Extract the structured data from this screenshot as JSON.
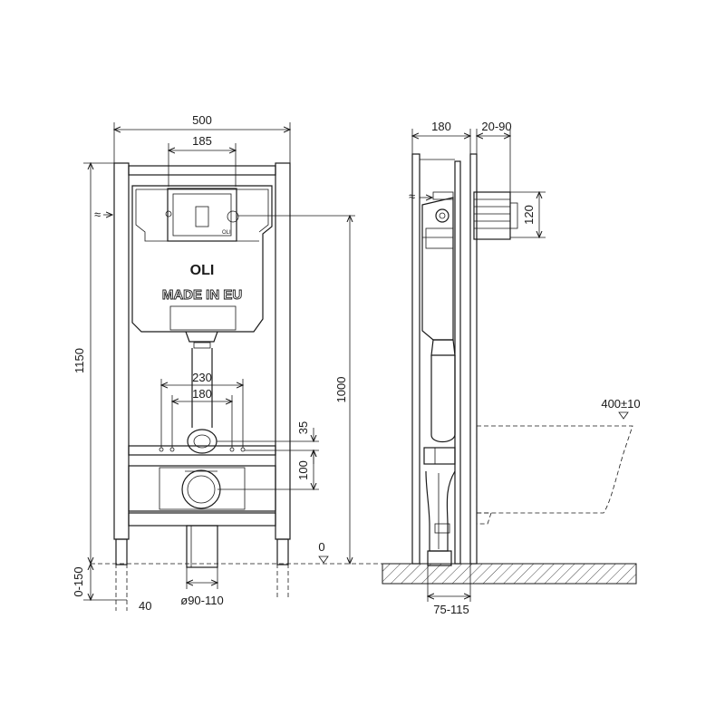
{
  "front_view": {
    "brand": "OLI",
    "origin": "MADE IN EU",
    "dims": {
      "width": "500",
      "button_width": "185",
      "height": "1150",
      "to_button": "1000",
      "bolts_outer": "230",
      "bolts_inner": "180",
      "d35": "35",
      "d100": "100",
      "zero": "0",
      "adjust": "0-150",
      "foot": "40",
      "pipe": "ø90-110"
    }
  },
  "side_view": {
    "dims": {
      "depth": "180",
      "offset": "20-90",
      "inlet": "120",
      "bowl_height": "400±10",
      "outlet": "75-115"
    }
  }
}
